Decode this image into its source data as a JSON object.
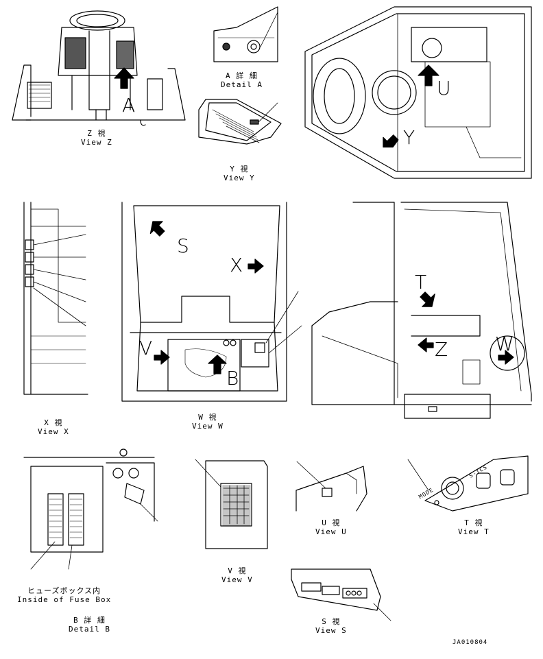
{
  "labels": {
    "A": "A",
    "U": "U",
    "Y": "Y",
    "S": "S",
    "X": "X",
    "V": "V",
    "B": "B",
    "T": "T",
    "Z": "Z",
    "W": "W"
  },
  "captions": {
    "detail_a_jp": "A 詳 細",
    "detail_a_en": "Detail A",
    "view_z_jp": "Z 視",
    "view_z_en": "View Z",
    "view_y_jp": "Y 視",
    "view_y_en": "View Y",
    "view_x_jp": "X 視",
    "view_x_en": "View X",
    "view_w_jp": "W 視",
    "view_w_en": "View W",
    "fusebox_jp": "ヒューズボックス内",
    "fusebox_en": "Inside of Fuse Box",
    "detail_b_jp": "B 詳 細",
    "detail_b_en": "Detail B",
    "view_v_jp": "V 視",
    "view_v_en": "View V",
    "view_u_jp": "U 視",
    "view_u_en": "View U",
    "view_t_jp": "T 視",
    "view_t_en": "View T",
    "view_s_jp": "S 視",
    "view_s_en": "View S"
  },
  "drawing_code": "JA010804",
  "panel_text": {
    "tcs": "S-TCS",
    "mode": "MODE"
  }
}
